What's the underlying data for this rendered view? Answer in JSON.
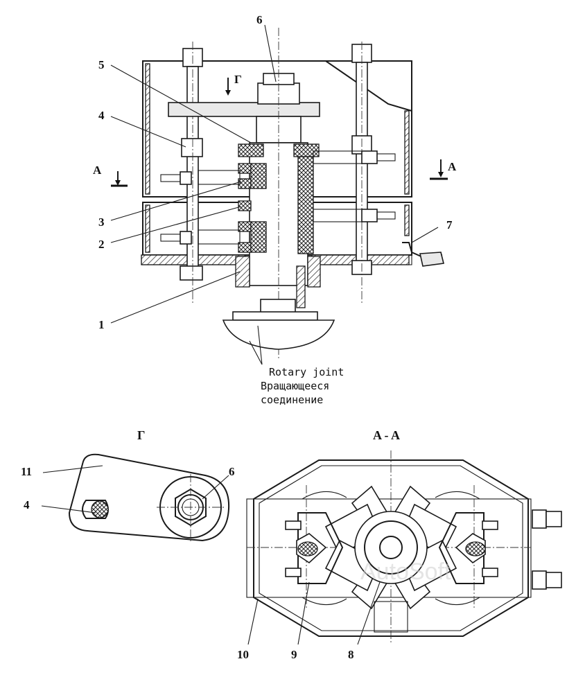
{
  "callouts": {
    "c1": "1",
    "c2": "2",
    "c3": "3",
    "c4": "4",
    "c5": "5",
    "c6": "6",
    "c7": "7",
    "c8": "8",
    "c9": "9",
    "c10": "10",
    "c11": "11",
    "c4b": "4",
    "c6b": "6"
  },
  "section_marks": {
    "left": "A",
    "right": "A",
    "view": "Г"
  },
  "caption": {
    "line1": "Rotary joint",
    "line2": "Вращающееся",
    "line3": "соединение"
  },
  "views": {
    "view_g": "Г",
    "section_aa": "A - A"
  },
  "watermark": "AutoSoft"
}
